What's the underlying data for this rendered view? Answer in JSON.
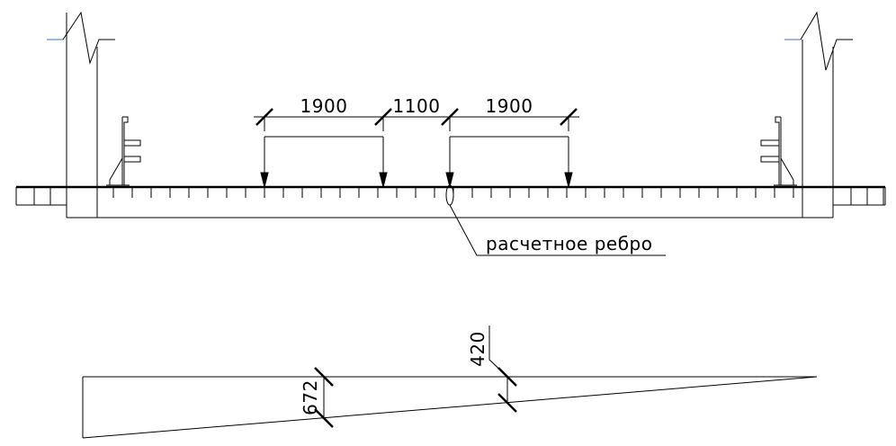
{
  "colors": {
    "line": "#000000",
    "axis_accent": "#3a6fd8",
    "background": "#ffffff"
  },
  "top_view": {
    "dimensions": [
      "1900",
      "1100",
      "1900"
    ],
    "callout": "расчетное ребро"
  },
  "influence_line": {
    "ordinates": [
      "672",
      "420"
    ]
  }
}
